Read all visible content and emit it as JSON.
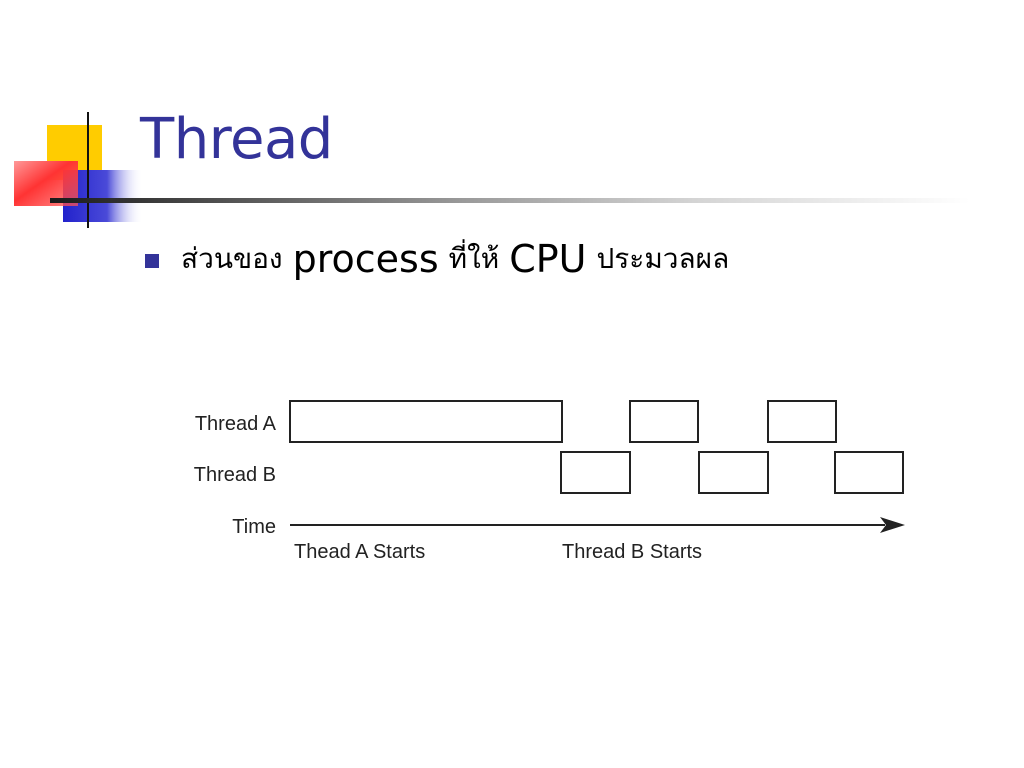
{
  "slide": {
    "title": "Thread",
    "bullet": {
      "part1": "ส่วนของ",
      "part2": "process",
      "part3": "ที่ให้",
      "part4": "CPU",
      "part5": "ประมวลผล"
    }
  },
  "diagram": {
    "labels": {
      "thread_a": "Thread A",
      "thread_b": "Thread B",
      "time": "Time"
    },
    "annotations": {
      "start_a": "Thead A Starts",
      "start_b": "Thread B Starts"
    },
    "colors": {
      "title": "#333399",
      "bullet": "#333399",
      "accent_yellow": "#ffcc00",
      "accent_red": "#ff3333",
      "accent_blue": "#3333cc"
    }
  }
}
